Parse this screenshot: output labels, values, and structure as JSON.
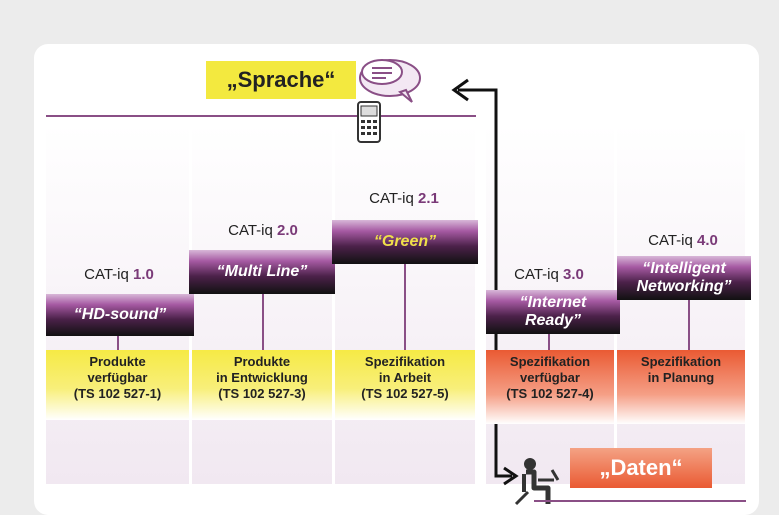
{
  "top_label": "„Sprache“",
  "bottom_label": "„Daten“",
  "stages": [
    {
      "prefix": "CAT-iq ",
      "version": "1.0",
      "tagline": "“HD-sound”",
      "tagline_color": "#ffffff",
      "box_lines": [
        "Produkte",
        "verfügbar",
        "(TS 102 527-1)"
      ],
      "box_color": "yellow"
    },
    {
      "prefix": "CAT-iq ",
      "version": "2.0",
      "tagline": "“Multi Line”",
      "tagline_color": "#ffffff",
      "box_lines": [
        "Produkte",
        "in Entwicklung",
        "(TS 102 527-3)"
      ],
      "box_color": "yellow"
    },
    {
      "prefix": "CAT-iq ",
      "version": "2.1",
      "tagline": "“Green”",
      "tagline_color": "#f0e04a",
      "box_lines": [
        "Spezifikation",
        "in Arbeit",
        "(TS 102 527-5)"
      ],
      "box_color": "yellow"
    },
    {
      "prefix": "CAT-iq ",
      "version": "3.0",
      "tagline_lines": [
        "“Internet",
        "Ready”"
      ],
      "tagline_color": "#ffffff",
      "box_lines": [
        "Spezifikation",
        "verfügbar",
        "(TS 102 527-4)"
      ],
      "box_color": "red"
    },
    {
      "prefix": "CAT-iq ",
      "version": "4.0",
      "tagline_lines": [
        "“Intelligent",
        "Networking”"
      ],
      "tagline_color": "#ffffff",
      "box_lines": [
        "Spezifikation",
        "in Planung"
      ],
      "box_color": "red"
    }
  ],
  "icons": [
    "phone-chat-icon",
    "person-laptop-icon",
    "double-arrow-icon"
  ],
  "colors": {
    "purple": "#8a4f86",
    "yellow": "#f3e93f",
    "orange": "#ea5a33"
  }
}
